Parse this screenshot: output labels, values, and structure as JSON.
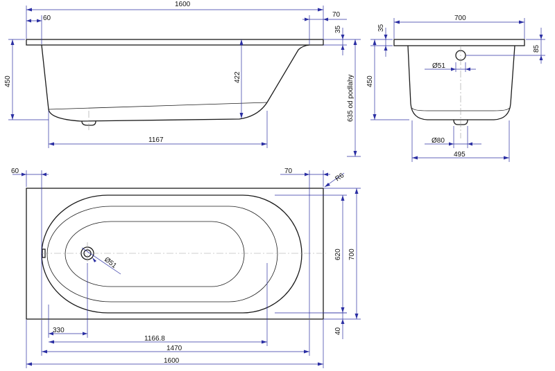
{
  "side_view": {
    "overall_length": "1600",
    "left_rim": "60",
    "right_rim": "70",
    "rim_thickness": "35",
    "total_height": "450",
    "inner_depth": "422",
    "floor_length": "1167",
    "height_from_floor": "635 od podlahy"
  },
  "end_view": {
    "width": "700",
    "rim_thickness": "35",
    "total_height": "450",
    "overflow_height": "85",
    "overflow_diameter": "Ø51",
    "drain_diameter": "Ø80",
    "bottom_width": "495"
  },
  "plan_view": {
    "left_rim": "60",
    "right_rim": "70",
    "corner_radius": "R6",
    "inner_width": "620",
    "overall_width": "700",
    "drain_diameter": "Ø51",
    "drain_offset": "330",
    "bottom_length": "1166.8",
    "inner_length": "1470",
    "overall_length": "1600",
    "edge_offset": "40"
  }
}
